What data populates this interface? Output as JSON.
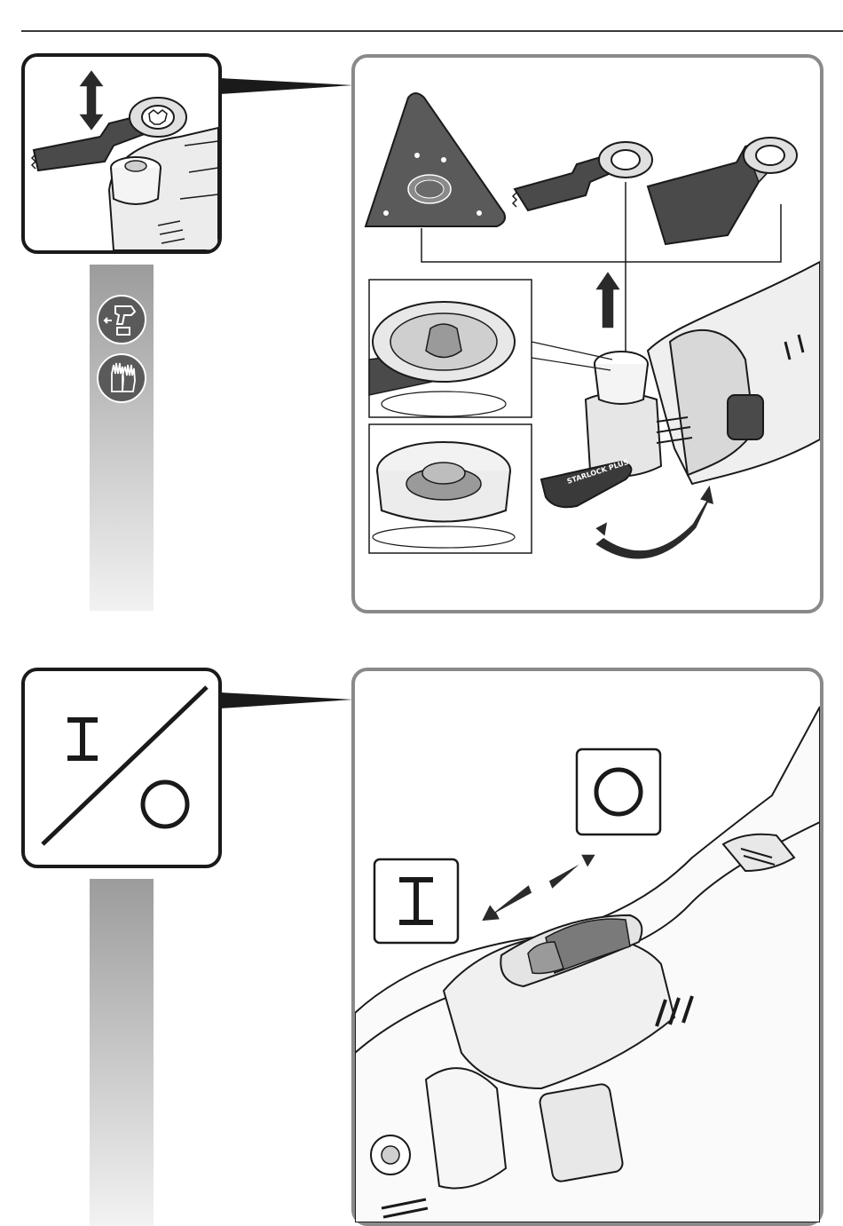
{
  "header": {
    "rule": true
  },
  "section1": {
    "thumbnail_icon": "blade-change-icon",
    "warnings": [
      {
        "icon": "remove-battery-icon"
      },
      {
        "icon": "wear-gloves-icon"
      }
    ],
    "accessories": [
      "sanding-pad-icon",
      "plunge-blade-icon",
      "wide-saw-blade-icon"
    ],
    "clamp_logo_text": "STARLOCK PLUS"
  },
  "section2": {
    "thumbnail_icon": "on-off-switch-icon",
    "on_symbol": "I",
    "off_symbol": "O"
  },
  "colors": {
    "frame": "#8a8a8a",
    "outline": "#1a1a1a",
    "icon_bg": "#5a5a5a",
    "strip_top": "#9c9c9c",
    "strip_bottom": "#f2f2f2"
  }
}
